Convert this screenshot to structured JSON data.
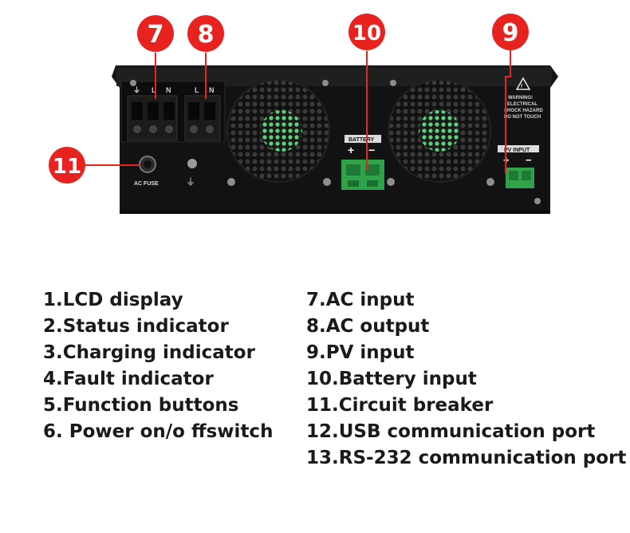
{
  "callouts": {
    "c7": "7",
    "c8": "8",
    "c10": "10",
    "c9": "9",
    "c11": "11"
  },
  "panel_labels": {
    "ac_input_l": "L",
    "ac_input_n": "N",
    "ac_output_l": "L",
    "ac_output_n": "N",
    "battery": "BATTERY",
    "battery_plus": "+",
    "battery_minus": "−",
    "pv_input": "PV INPUT",
    "pv_plus": "+",
    "pv_minus": "−",
    "ac_fuse": "AC FUSE",
    "warning_1": "WARNING!",
    "warning_2": "ELECTRICAL",
    "warning_3": "SHOCK HAZARD",
    "warning_4": "DO NOT TOUCH"
  },
  "legend": {
    "left": [
      "1.LCD display",
      "2.Status indicator",
      "3.Charging indicator",
      "4.Fault indicator",
      "5.Function buttons",
      "6. Power on/o ffswitch"
    ],
    "right": [
      "7.AC input",
      "8.AC output",
      "9.PV input",
      "10.Battery input",
      "11.Circuit breaker",
      "12.USB communication port",
      "13.RS-232 communication port"
    ]
  },
  "colors": {
    "callout_red": "#e8231f",
    "terminal_green": "#2fa24a",
    "panel_black": "#141414"
  }
}
